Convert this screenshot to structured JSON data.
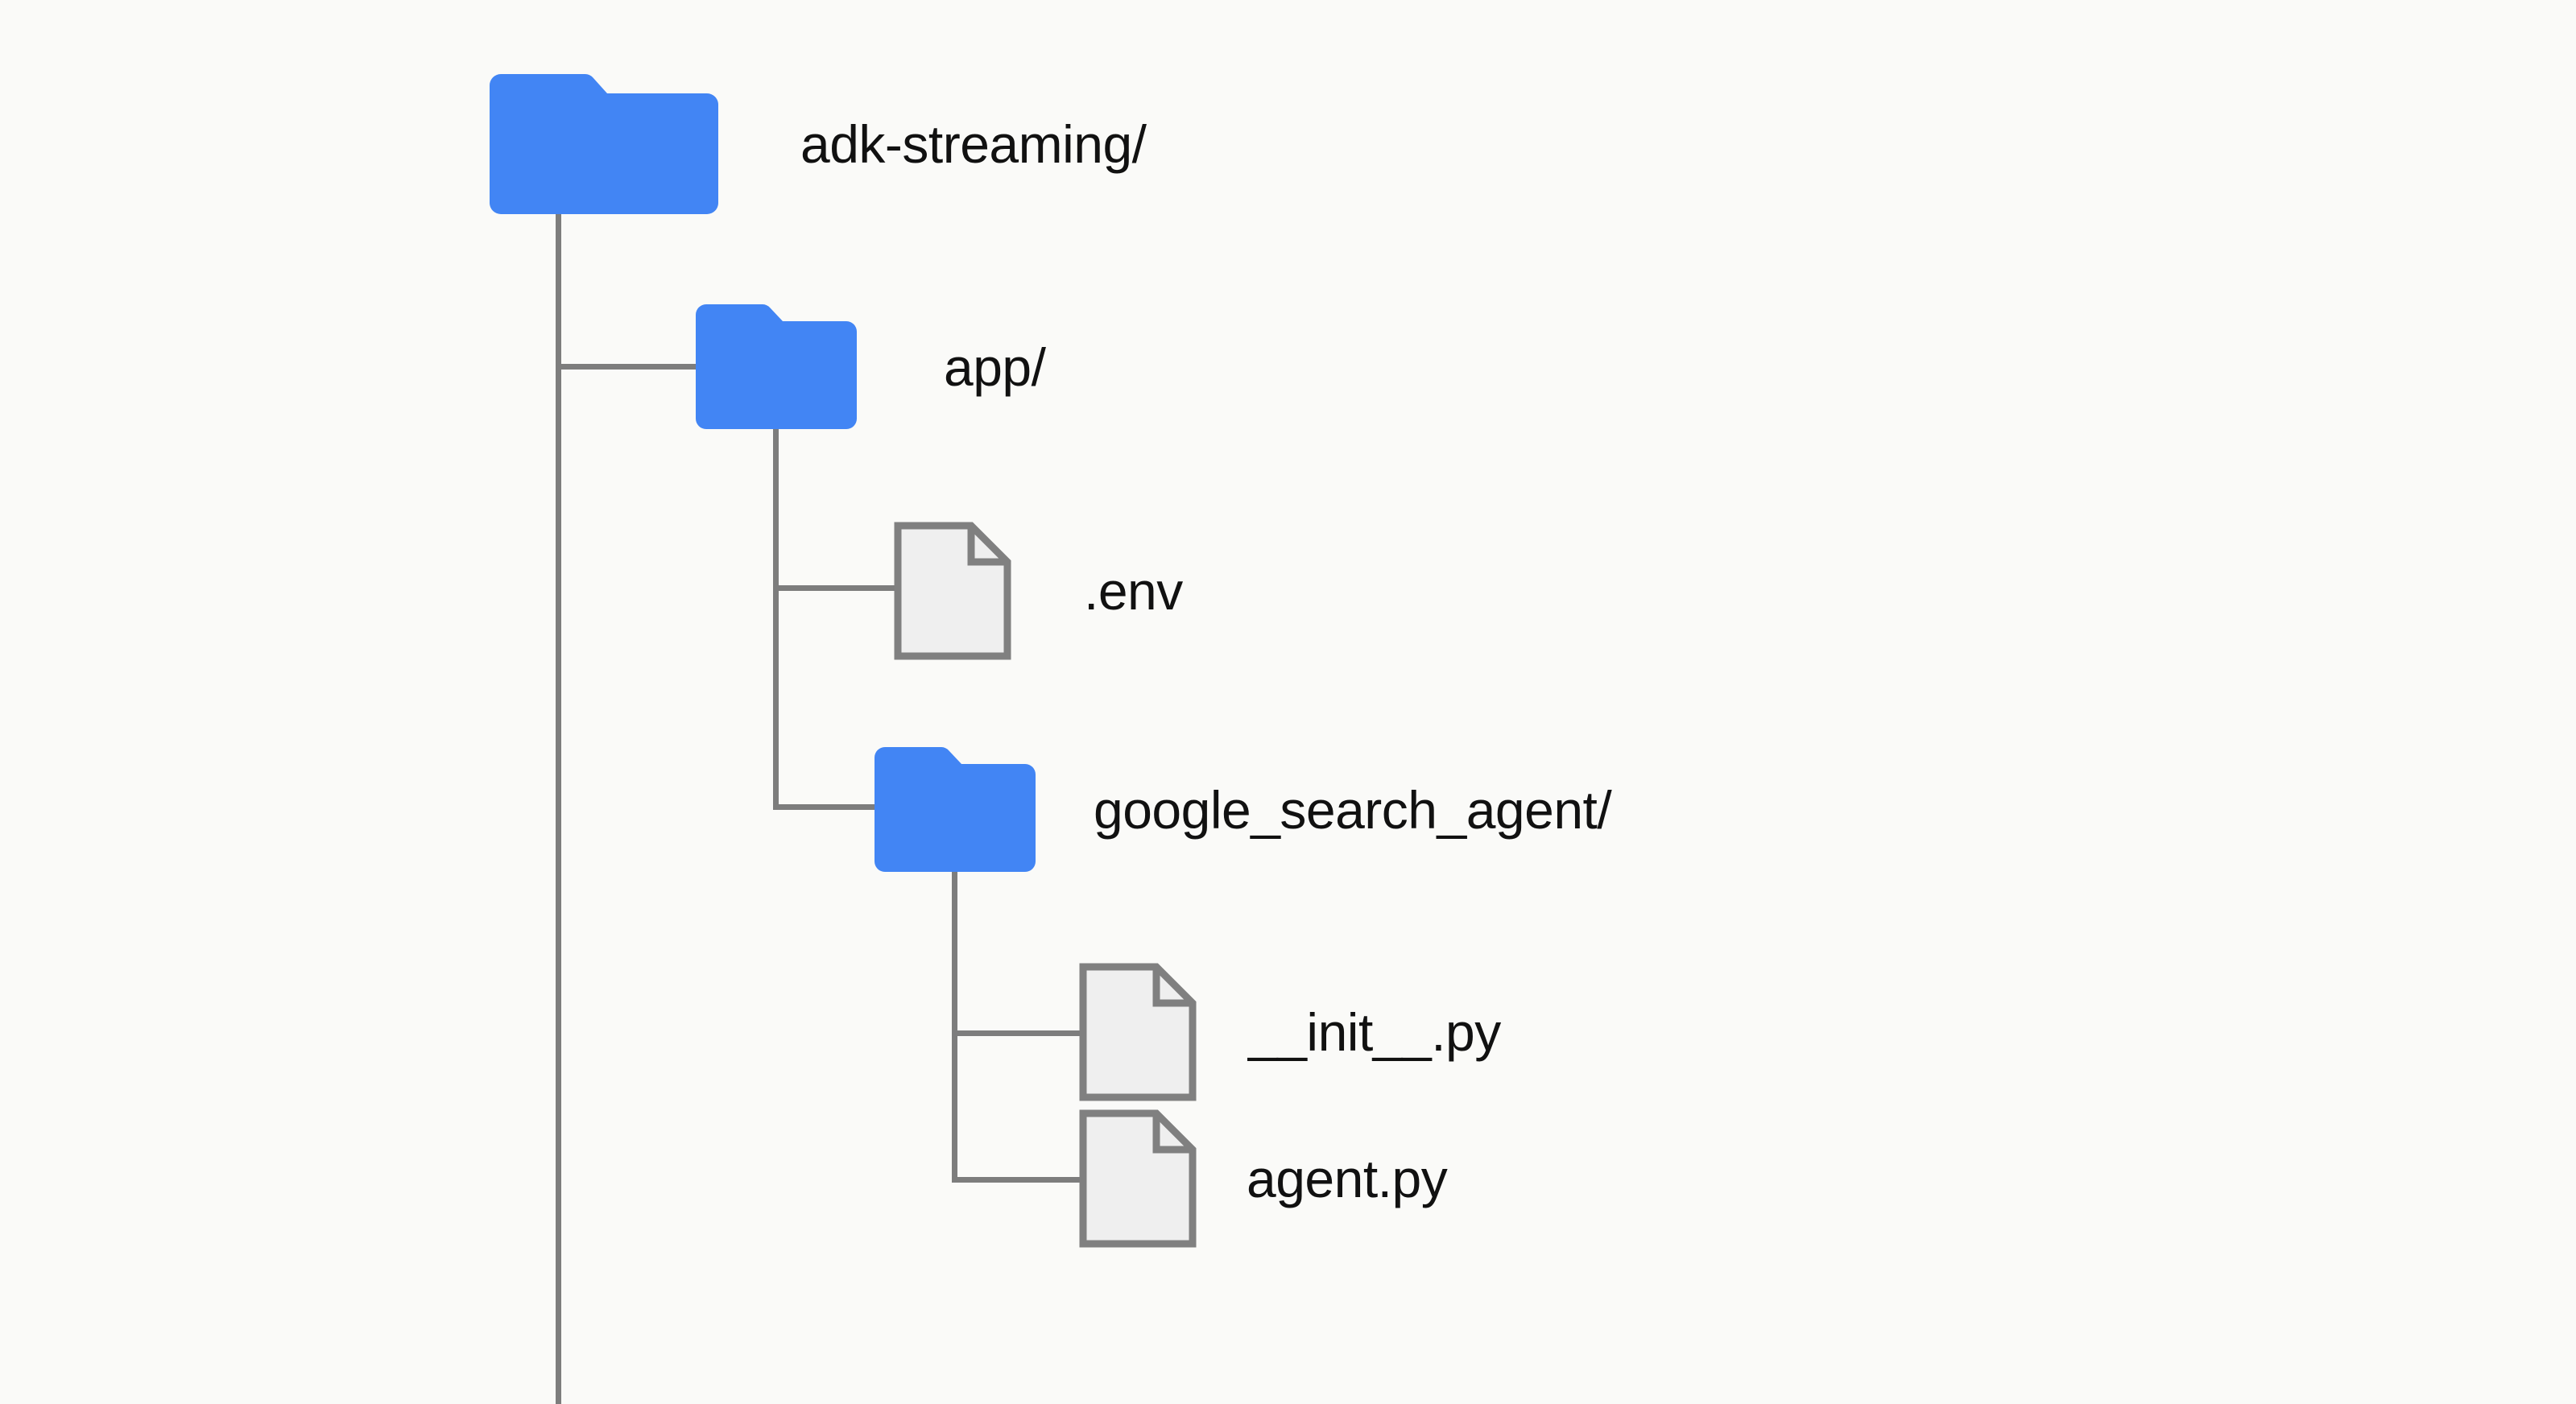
{
  "diagram": {
    "title": "adk-streaming project directory tree",
    "type": "file-tree",
    "background_color": "#fafaf8",
    "folder_color": "#4285f4",
    "file_fill_color": "#efefef",
    "file_stroke_color": "#808080",
    "connector_color": "#7d7d7d",
    "text_color": "#111111"
  },
  "tree": {
    "root": {
      "label": "adk-streaming/",
      "icon": "folder-icon",
      "depth": 0
    },
    "nodes": [
      {
        "label": "app/",
        "icon": "folder-icon",
        "kind": "folder",
        "depth": 1
      },
      {
        "label": ".env",
        "icon": "file-icon",
        "kind": "file",
        "depth": 2
      },
      {
        "label": "google_search_agent/",
        "icon": "folder-icon",
        "kind": "folder",
        "depth": 2
      },
      {
        "label": "__init__.py",
        "icon": "file-icon",
        "kind": "file",
        "depth": 3
      },
      {
        "label": "agent.py",
        "icon": "file-icon",
        "kind": "file",
        "depth": 3
      }
    ]
  }
}
